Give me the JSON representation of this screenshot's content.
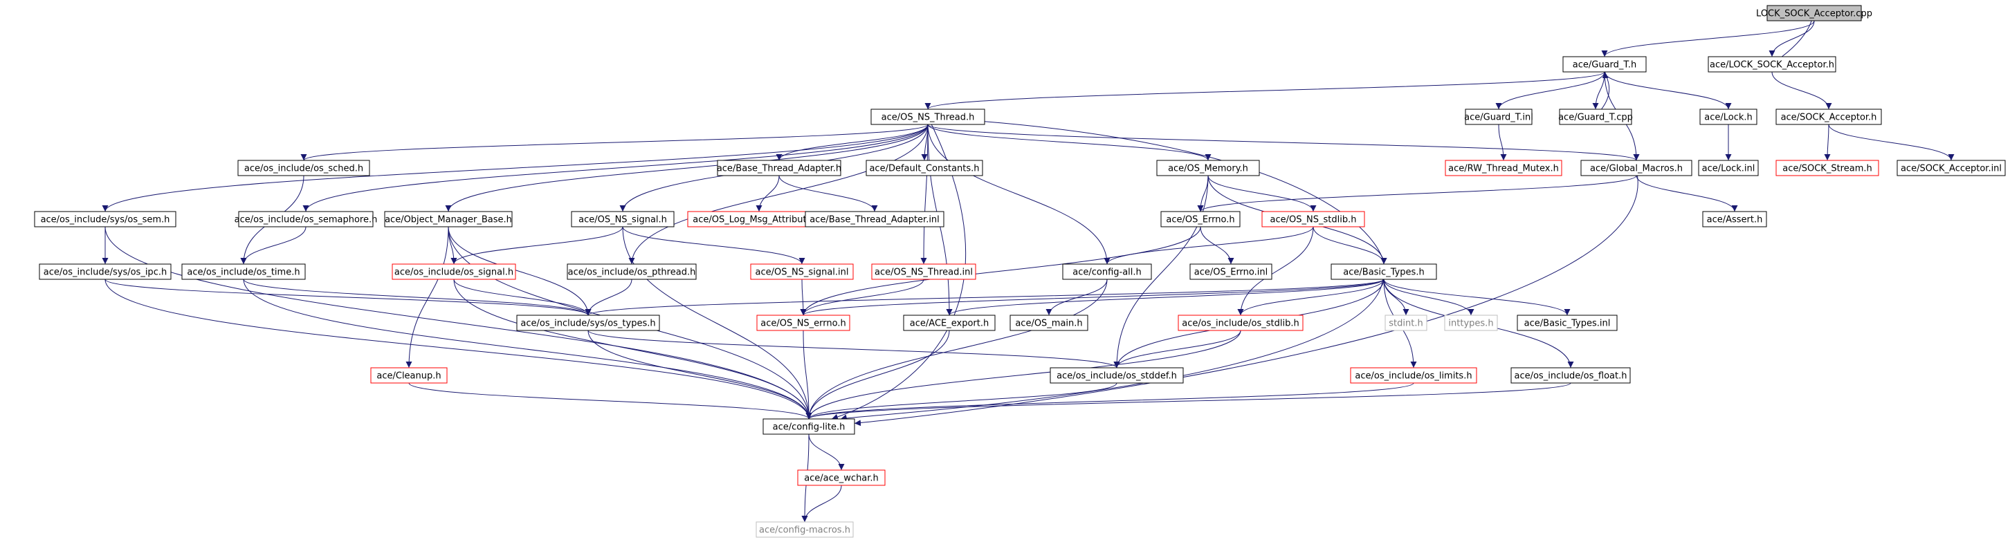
{
  "nodes": [
    {
      "id": "n0",
      "label": "LOCK_SOCK_Acceptor.cpp",
      "style": "root"
    },
    {
      "id": "n1",
      "label": "ace/Guard_T.h",
      "style": "normal"
    },
    {
      "id": "n2",
      "label": "ace/LOCK_SOCK_Acceptor.h",
      "style": "normal"
    },
    {
      "id": "n3",
      "label": "ace/OS_NS_Thread.h",
      "style": "normal"
    },
    {
      "id": "n4",
      "label": "ace/Guard_T.inl",
      "style": "normal"
    },
    {
      "id": "n5",
      "label": "ace/Guard_T.cpp",
      "style": "normal"
    },
    {
      "id": "n6",
      "label": "ace/Lock.h",
      "style": "normal"
    },
    {
      "id": "n7",
      "label": "ace/SOCK_Acceptor.h",
      "style": "normal"
    },
    {
      "id": "n8",
      "label": "ace/os_include/os_sched.h",
      "style": "normal"
    },
    {
      "id": "n9",
      "label": "ace/Base_Thread_Adapter.h",
      "style": "normal"
    },
    {
      "id": "n10",
      "label": "ace/Default_Constants.h",
      "style": "normal"
    },
    {
      "id": "n11",
      "label": "ace/OS_Memory.h",
      "style": "normal"
    },
    {
      "id": "n12",
      "label": "ace/RW_Thread_Mutex.h",
      "style": "truncated"
    },
    {
      "id": "n13",
      "label": "ace/Global_Macros.h",
      "style": "normal"
    },
    {
      "id": "n14",
      "label": "ace/Lock.inl",
      "style": "normal"
    },
    {
      "id": "n15",
      "label": "ace/SOCK_Stream.h",
      "style": "truncated"
    },
    {
      "id": "n16",
      "label": "ace/SOCK_Acceptor.inl",
      "style": "normal"
    },
    {
      "id": "n17",
      "label": "ace/os_include/sys/os_sem.h",
      "style": "normal"
    },
    {
      "id": "n18",
      "label": "ace/os_include/os_semaphore.h",
      "style": "normal"
    },
    {
      "id": "n19",
      "label": "ace/Object_Manager_Base.h",
      "style": "normal"
    },
    {
      "id": "n20",
      "label": "ace/OS_NS_signal.h",
      "style": "normal"
    },
    {
      "id": "n21",
      "label": "ace/OS_Log_Msg_Attributes.h",
      "style": "truncated"
    },
    {
      "id": "n22",
      "label": "ace/Base_Thread_Adapter.inl",
      "style": "normal"
    },
    {
      "id": "n23",
      "label": "ace/OS_Errno.h",
      "style": "normal"
    },
    {
      "id": "n24",
      "label": "ace/OS_NS_stdlib.h",
      "style": "truncated"
    },
    {
      "id": "n25",
      "label": "ace/Assert.h",
      "style": "normal"
    },
    {
      "id": "n26",
      "label": "ace/os_include/sys/os_ipc.h",
      "style": "normal"
    },
    {
      "id": "n27",
      "label": "ace/os_include/os_time.h",
      "style": "normal"
    },
    {
      "id": "n28",
      "label": "ace/os_include/os_signal.h",
      "style": "truncated"
    },
    {
      "id": "n29",
      "label": "ace/os_include/os_pthread.h",
      "style": "normal"
    },
    {
      "id": "n30",
      "label": "ace/OS_NS_signal.inl",
      "style": "truncated"
    },
    {
      "id": "n31",
      "label": "ace/OS_NS_Thread.inl",
      "style": "truncated"
    },
    {
      "id": "n32",
      "label": "ace/config-all.h",
      "style": "normal"
    },
    {
      "id": "n33",
      "label": "ace/OS_Errno.inl",
      "style": "normal"
    },
    {
      "id": "n34",
      "label": "ace/Basic_Types.h",
      "style": "normal"
    },
    {
      "id": "n35",
      "label": "ace/os_include/sys/os_types.h",
      "style": "normal"
    },
    {
      "id": "n36",
      "label": "ace/OS_NS_errno.h",
      "style": "truncated"
    },
    {
      "id": "n37",
      "label": "ace/ACE_export.h",
      "style": "normal"
    },
    {
      "id": "n38",
      "label": "ace/OS_main.h",
      "style": "normal"
    },
    {
      "id": "n39",
      "label": "ace/os_include/os_stdlib.h",
      "style": "truncated"
    },
    {
      "id": "n40",
      "label": "stdint.h",
      "style": "external"
    },
    {
      "id": "n41",
      "label": "inttypes.h",
      "style": "external"
    },
    {
      "id": "n42",
      "label": "ace/Basic_Types.inl",
      "style": "normal"
    },
    {
      "id": "n43",
      "label": "ace/Cleanup.h",
      "style": "truncated"
    },
    {
      "id": "n44",
      "label": "ace/os_include/os_stddef.h",
      "style": "normal"
    },
    {
      "id": "n45",
      "label": "ace/os_include/os_limits.h",
      "style": "truncated"
    },
    {
      "id": "n46",
      "label": "ace/os_include/os_float.h",
      "style": "normal"
    },
    {
      "id": "n47",
      "label": "ace/config-lite.h",
      "style": "normal"
    },
    {
      "id": "n48",
      "label": "ace/ace_wchar.h",
      "style": "truncated"
    },
    {
      "id": "n49",
      "label": "ace/config-macros.h",
      "style": "external"
    }
  ],
  "edges": [
    [
      "n0",
      "n1"
    ],
    [
      "n0",
      "n2"
    ],
    [
      "n2",
      "n0"
    ],
    [
      "n1",
      "n3"
    ],
    [
      "n1",
      "n4"
    ],
    [
      "n1",
      "n5"
    ],
    [
      "n5",
      "n1"
    ],
    [
      "n1",
      "n6"
    ],
    [
      "n1",
      "n13"
    ],
    [
      "n2",
      "n7"
    ],
    [
      "n6",
      "n14"
    ],
    [
      "n7",
      "n15"
    ],
    [
      "n7",
      "n16"
    ],
    [
      "n4",
      "n12"
    ],
    [
      "n3",
      "n17"
    ],
    [
      "n3",
      "n8"
    ],
    [
      "n3",
      "n18"
    ],
    [
      "n3",
      "n19"
    ],
    [
      "n3",
      "n20"
    ],
    [
      "n3",
      "n29"
    ],
    [
      "n3",
      "n9"
    ],
    [
      "n3",
      "n10"
    ],
    [
      "n3",
      "n11"
    ],
    [
      "n3",
      "n13"
    ],
    [
      "n3",
      "n31"
    ],
    [
      "n3",
      "n37"
    ],
    [
      "n3",
      "n32"
    ],
    [
      "n3",
      "n34"
    ],
    [
      "n3",
      "n47"
    ],
    [
      "n8",
      "n27"
    ],
    [
      "n9",
      "n21"
    ],
    [
      "n9",
      "n22"
    ],
    [
      "n11",
      "n23"
    ],
    [
      "n11",
      "n24"
    ],
    [
      "n11",
      "n34"
    ],
    [
      "n11",
      "n44"
    ],
    [
      "n13",
      "n23"
    ],
    [
      "n13",
      "n25"
    ],
    [
      "n13",
      "n47"
    ],
    [
      "n17",
      "n26"
    ],
    [
      "n17",
      "n47"
    ],
    [
      "n18",
      "n27"
    ],
    [
      "n19",
      "n28"
    ],
    [
      "n19",
      "n35"
    ],
    [
      "n19",
      "n43"
    ],
    [
      "n19",
      "n47"
    ],
    [
      "n20",
      "n28"
    ],
    [
      "n20",
      "n30"
    ],
    [
      "n20",
      "n47"
    ],
    [
      "n23",
      "n33"
    ],
    [
      "n23",
      "n36"
    ],
    [
      "n24",
      "n32"
    ],
    [
      "n24",
      "n34"
    ],
    [
      "n24",
      "n39"
    ],
    [
      "n26",
      "n35"
    ],
    [
      "n26",
      "n47"
    ],
    [
      "n27",
      "n35"
    ],
    [
      "n27",
      "n47"
    ],
    [
      "n28",
      "n35"
    ],
    [
      "n28",
      "n47"
    ],
    [
      "n29",
      "n35"
    ],
    [
      "n30",
      "n36"
    ],
    [
      "n31",
      "n36"
    ],
    [
      "n32",
      "n38"
    ],
    [
      "n32",
      "n47"
    ],
    [
      "n34",
      "n35"
    ],
    [
      "n34",
      "n37"
    ],
    [
      "n34",
      "n39"
    ],
    [
      "n34",
      "n40"
    ],
    [
      "n34",
      "n41"
    ],
    [
      "n34",
      "n42"
    ],
    [
      "n34",
      "n44"
    ],
    [
      "n34",
      "n45"
    ],
    [
      "n34",
      "n46"
    ],
    [
      "n34",
      "n47"
    ],
    [
      "n34",
      "n36"
    ],
    [
      "n35",
      "n44"
    ],
    [
      "n35",
      "n47"
    ],
    [
      "n36",
      "n47"
    ],
    [
      "n37",
      "n47"
    ],
    [
      "n39",
      "n44"
    ],
    [
      "n39",
      "n47"
    ],
    [
      "n43",
      "n47"
    ],
    [
      "n44",
      "n47"
    ],
    [
      "n45",
      "n47"
    ],
    [
      "n46",
      "n47"
    ],
    [
      "n47",
      "n48"
    ],
    [
      "n47",
      "n49"
    ],
    [
      "n48",
      "n49"
    ]
  ],
  "colors": {
    "edge": "#191970",
    "root_fill": "#bfbfbf",
    "normal_border": "#000000",
    "truncated_border": "#ff0000",
    "external_border": "#bfbfbf",
    "external_text": "#808080",
    "text": "#000000"
  }
}
